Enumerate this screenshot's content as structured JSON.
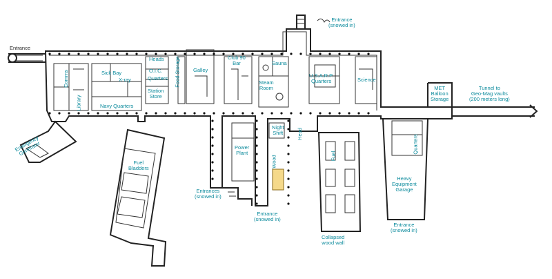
{
  "labels": {
    "entrance_nw": "Entrance",
    "entrance_top": "Entrance\n(snowed in)",
    "comms": "Comms",
    "library": "Library",
    "sick_bay": "Sick Bay",
    "x_ray": "X-ray",
    "navy_quarters": "Navy Quarters",
    "heads": "Heads",
    "oic": "O.I.C.",
    "quarters_oic": "Quarters",
    "station_store": "Station\nStore",
    "food_storage": "Food Storage",
    "galley": "Galley",
    "club_90": "Club 90\nBar",
    "sauna": "Sauna",
    "steam_room": "Steam\nRoom",
    "usarp": "U.S.A.R.P.\nQuarters",
    "science": "Science",
    "met_balloon": "MET\nBalloon\nStorage",
    "tunnel": "Tunnel to\nGeo-Mag vaults\n(200 meters long)",
    "emergency_generator": "Emergency\nGenerator",
    "fuel_bladders": "Fuel\nBladders",
    "power_plant": "Power\nPlant",
    "night_shift": "Night\nShift",
    "wood": "Wood",
    "head": "Head",
    "fuel": "Fuel",
    "quarters_east": "Quarters",
    "heavy_equipment": "Heavy\nEquipment\nGarage",
    "entrances_west": "Entrances\n(snowed in)",
    "entrance_south": "Entrance\n(snowed in)",
    "collapsed": "Collapsed\nwood wall",
    "entrance_se": "Entrance\n(snowed in)"
  },
  "colors": {
    "label": "#0b8a9c",
    "walls": "#222222",
    "wood_fill": "#f5d98a"
  }
}
